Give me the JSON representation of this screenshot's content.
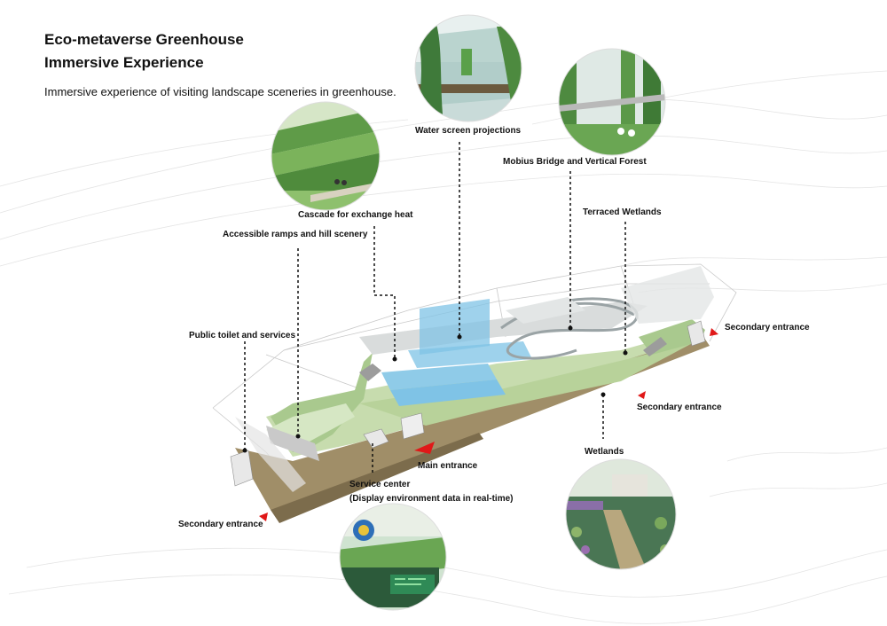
{
  "title_line1": "Eco-metaverse Greenhouse",
  "title_line2": "Immersive Experience",
  "subtitle": "Immersive experience of visiting landscape sceneries in greenhouse.",
  "labels": {
    "water_screen": "Water screen projections",
    "mobius": "Mobius Bridge and Vertical Forest",
    "cascade": "Cascade for exchange heat",
    "terraced": "Terraced Wetlands",
    "ramps": "Accessible ramps and hill scenery",
    "toilet": "Public toilet and services",
    "secondary_right": "Secondary entrance",
    "secondary_mid": "Secondary entrance",
    "main_entrance": "Main entrance",
    "wetlands": "Wetlands",
    "service_center": "Service center",
    "service_center_note": "(Display environment data in real-time)",
    "secondary_left": "Secondary entrance"
  },
  "colors": {
    "accent_red": "#e01818",
    "floor_green": "#c7dcae",
    "earth": "#a08e68",
    "water_blue": "#7fc3e6",
    "glass": "#b9c6c8"
  }
}
